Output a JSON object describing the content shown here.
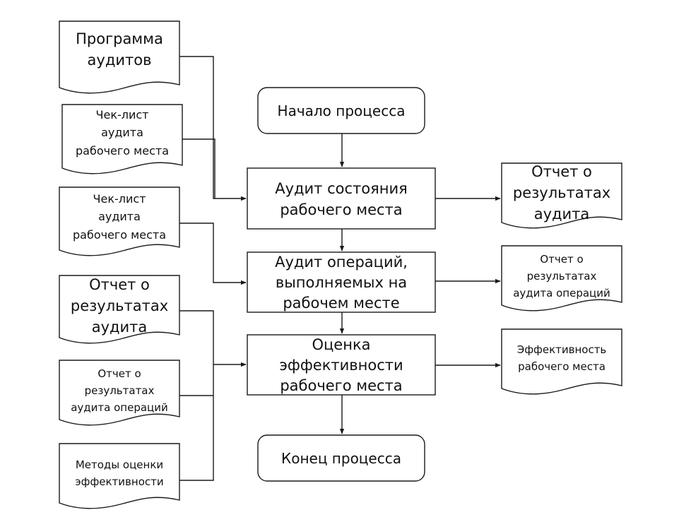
{
  "diagram": {
    "title": "",
    "process": {
      "start": "Начало процесса",
      "step1": [
        "Аудит состояния",
        "рабочего места"
      ],
      "step2": [
        "Аудит операций,",
        "выполняемых на",
        "рабочем месте"
      ],
      "step3": [
        "Оценка",
        "эффективности",
        "рабочего места"
      ],
      "end": "Конец процесса"
    },
    "inputs": {
      "program": [
        "Программа",
        "аудитов"
      ],
      "checklist1": [
        "Чек-лист",
        "аудита",
        "рабочего места"
      ],
      "checklist2": [
        "Чек-лист",
        "аудита",
        "рабочего места"
      ],
      "report_in": [
        "Отчет о",
        "результатах",
        "аудита"
      ],
      "ops_report_in": [
        "Отчет о",
        "результатах",
        "аудита операций"
      ],
      "methods": [
        "Методы оценки",
        "эффективности"
      ]
    },
    "outputs": {
      "report_out": [
        "Отчет о",
        "результатах",
        "аудита"
      ],
      "ops_report_out": [
        "Отчет о",
        "результатах",
        "аудита операций"
      ],
      "efficiency": [
        "Эффективность",
        "рабочего места"
      ]
    }
  }
}
